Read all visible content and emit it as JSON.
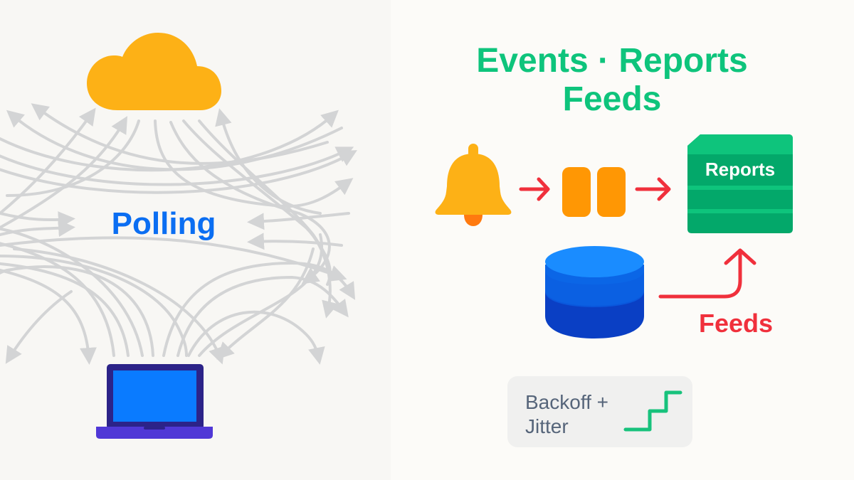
{
  "left_panel": {
    "label": "Polling",
    "icons": {
      "top": "cloud-icon",
      "bottom": "laptop-icon"
    },
    "colors": {
      "cloud": "#fdb116",
      "laptop_frame": "#2c2388",
      "laptop_screen": "#0a7bff",
      "laptop_base": "#5038d6",
      "arrows": "#d3d4d5",
      "label": "#0b6ef2"
    }
  },
  "right_panel": {
    "title_line1": "Events · Reports",
    "title_line2": "Feeds",
    "flow": {
      "source_icon": "bell-icon",
      "queue_icon": "queue-icon",
      "target_icon": "reports-stack-icon",
      "target_label": "Reports"
    },
    "database_icon": "database-icon",
    "feeds_label": "Feeds",
    "backoff": {
      "line1": "Backoff +",
      "line2": "Jitter",
      "icon": "staircase-icon"
    },
    "colors": {
      "title": "#0ec47c",
      "bell": "#fdb116",
      "bell_clapper": "#ff7a0f",
      "queue": "#ff9704",
      "arrow": "#f0303c",
      "reports": "#03a86a",
      "reports_top": "#0ec47c",
      "database": "#0a66e6",
      "stair": "#18c27c",
      "backoff_text": "#56657a"
    }
  }
}
